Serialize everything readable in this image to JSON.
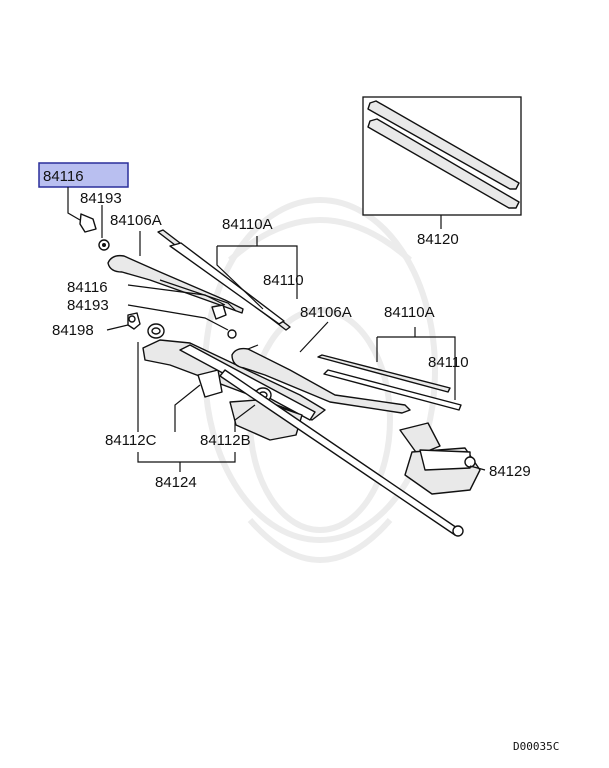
{
  "diagram": {
    "highlighted_part": "84116",
    "labels": {
      "p84116_top": "84116",
      "p84193_top": "84193",
      "p84106A_left": "84106A",
      "p84110A_left": "84110A",
      "p84110_left": "84110",
      "p84116_mid": "84116",
      "p84193_mid": "84193",
      "p84198": "84198",
      "p84106A_right": "84106A",
      "p84110A_right": "84110A",
      "p84110_right": "84110",
      "p84120": "84120",
      "p84112C": "84112C",
      "p84112B": "84112B",
      "p84124": "84124",
      "p84129": "84129"
    },
    "drawing_code": "D00035C"
  },
  "colors": {
    "highlight_fill": "#b9bff0",
    "highlight_border": "#2a2f9a",
    "line": "#111111",
    "watermark": "#ececec"
  }
}
